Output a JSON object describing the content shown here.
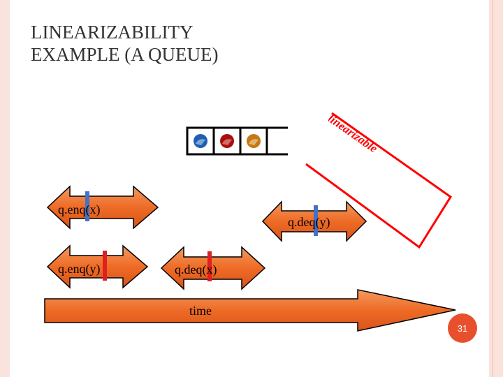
{
  "slide": {
    "title_line1": "LINEARIZABILITY",
    "title_line2": "EXAMPLE (A QUEUE)",
    "page_number": "31"
  },
  "diagram": {
    "stamp_text": "linearizable",
    "operations": {
      "enq_x": "q.enq(x)",
      "enq_y": "q.enq(y)",
      "deq_y": "q.deq(y)",
      "deq_x": "q.deq(x)"
    },
    "time_label": "time",
    "colors": {
      "border": "#fbe3dd",
      "stamp_red": "#ff0000",
      "arrow_orange": "#f06b2a",
      "lin_blue": "#4472c4",
      "lin_red": "#e02020",
      "page_badge": "#e8502d"
    },
    "queue_items": [
      "blue-item-icon",
      "red-item-icon",
      "orange-item-icon"
    ]
  }
}
